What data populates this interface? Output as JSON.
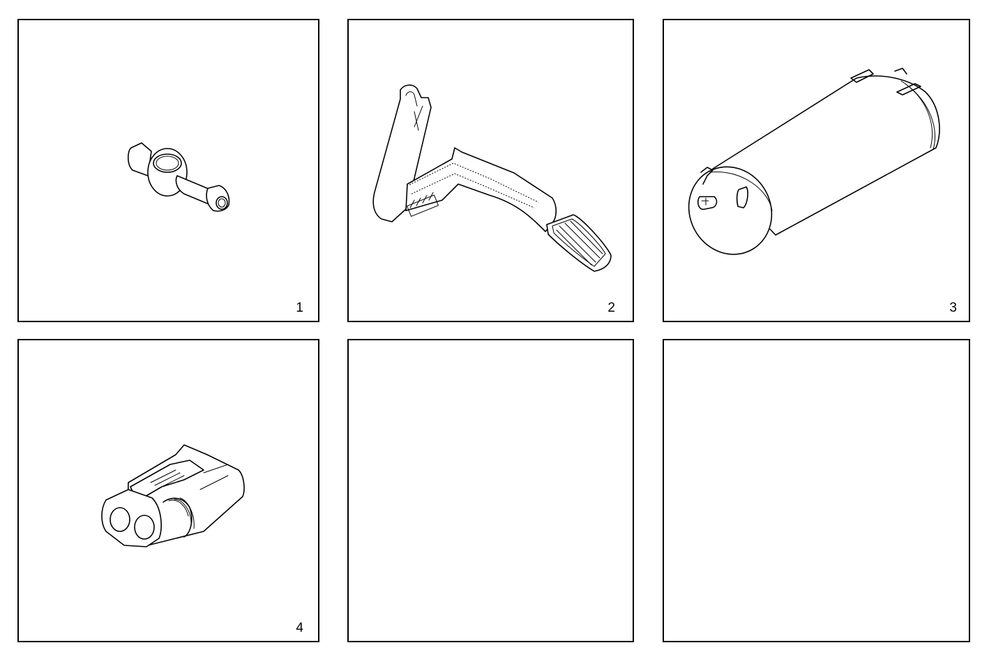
{
  "sheet": {
    "background": "#ffffff",
    "border_color": "#000000",
    "layout": {
      "rows": 2,
      "columns": 3
    }
  },
  "panels": [
    {
      "index": 1,
      "label": "1",
      "content": "banjo-fitting-drawing",
      "empty": false
    },
    {
      "index": 2,
      "label": "2",
      "content": "accelerator-pedal-drawing",
      "empty": false
    },
    {
      "index": 3,
      "label": "3",
      "content": "canister-drawing",
      "empty": false
    },
    {
      "index": 4,
      "label": "4",
      "content": "electrical-connector-drawing",
      "empty": false
    },
    {
      "index": 5,
      "label": "",
      "content": "",
      "empty": true
    },
    {
      "index": 6,
      "label": "",
      "content": "",
      "empty": true
    }
  ]
}
